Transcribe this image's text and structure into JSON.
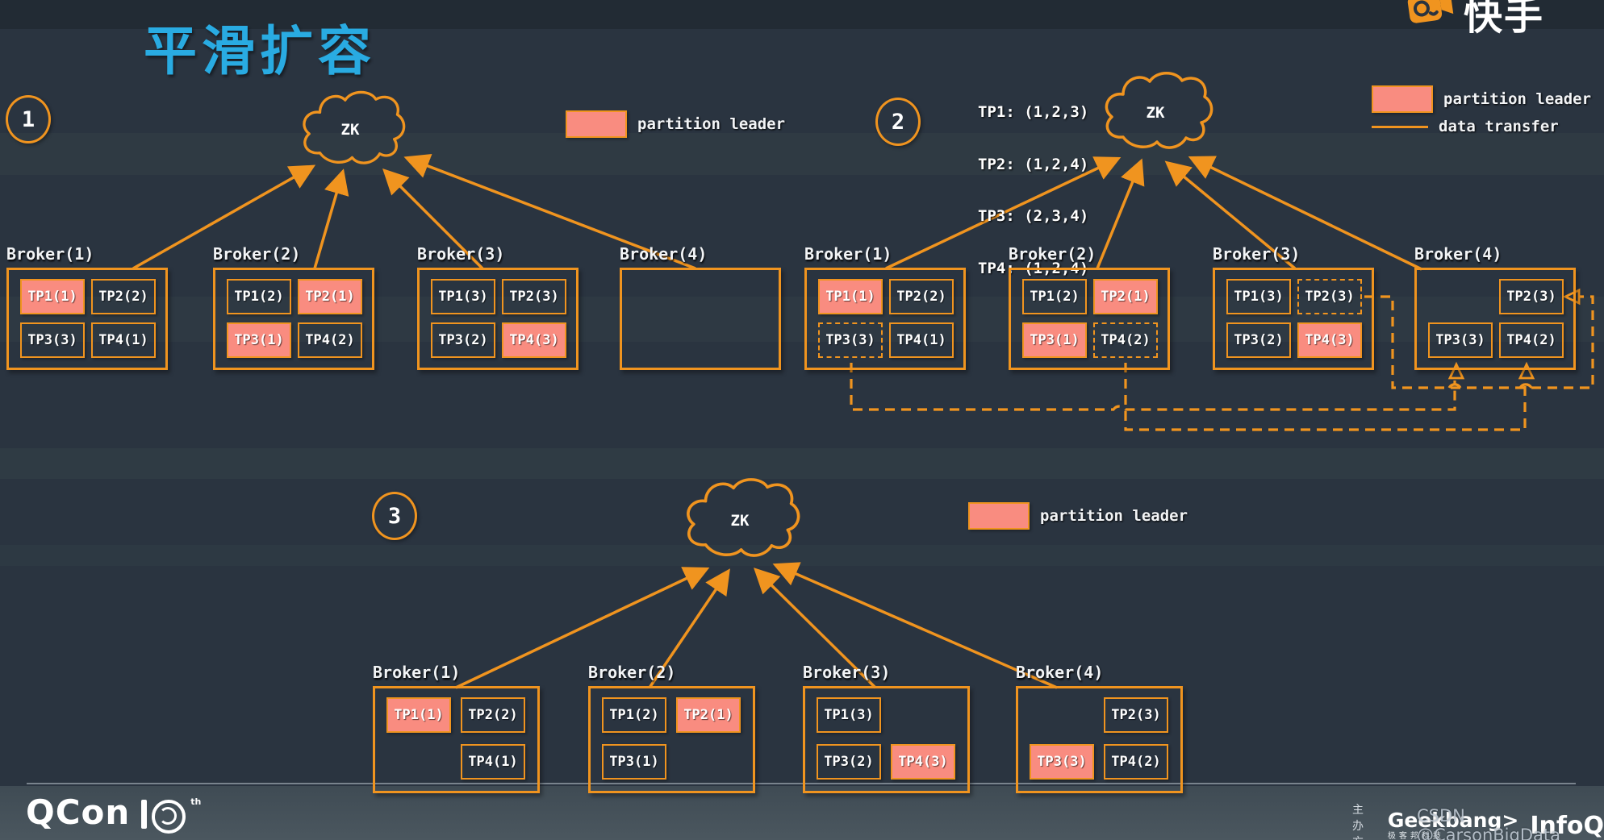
{
  "title": "平滑扩容",
  "brand": {
    "name": "快手"
  },
  "zk_label": "ZK",
  "colors": {
    "accent_orange": "#F0941F",
    "leader_salmon": "#F98C80",
    "title_cyan": "#29ABE2"
  },
  "legends": {
    "partition_leader": "partition leader",
    "data_transfer": "data transfer"
  },
  "assignment_table": {
    "lines": [
      "TP1: (1,2,3)",
      "TP2: (1,2,4)",
      "TP3: (2,3,4)",
      "TP4: (1,2,4)"
    ]
  },
  "sections": [
    {
      "number": "1",
      "brokers": [
        {
          "label": "Broker(1)",
          "cells": [
            {
              "label": "TP1(1)",
              "leader": true
            },
            {
              "label": "TP2(2)"
            },
            {
              "label": "TP3(3)"
            },
            {
              "label": "TP4(1)"
            }
          ]
        },
        {
          "label": "Broker(2)",
          "cells": [
            {
              "label": "TP1(2)"
            },
            {
              "label": "TP2(1)",
              "leader": true
            },
            {
              "label": "TP3(1)",
              "leader": true
            },
            {
              "label": "TP4(2)"
            }
          ]
        },
        {
          "label": "Broker(3)",
          "cells": [
            {
              "label": "TP1(3)"
            },
            {
              "label": "TP2(3)"
            },
            {
              "label": "TP3(2)"
            },
            {
              "label": "TP4(3)",
              "leader": true
            }
          ]
        },
        {
          "label": "Broker(4)",
          "cells": []
        }
      ]
    },
    {
      "number": "2",
      "brokers": [
        {
          "label": "Broker(1)",
          "cells": [
            {
              "label": "TP1(1)",
              "leader": true
            },
            {
              "label": "TP2(2)"
            },
            {
              "label": "TP3(3)",
              "dashed": true
            },
            {
              "label": "TP4(1)"
            }
          ]
        },
        {
          "label": "Broker(2)",
          "cells": [
            {
              "label": "TP1(2)"
            },
            {
              "label": "TP2(1)",
              "leader": true
            },
            {
              "label": "TP3(1)",
              "leader": true
            },
            {
              "label": "TP4(2)",
              "dashed": true
            }
          ]
        },
        {
          "label": "Broker(3)",
          "cells": [
            {
              "label": "TP1(3)"
            },
            {
              "label": "TP2(3)",
              "dashed": true
            },
            {
              "label": "TP3(2)"
            },
            {
              "label": "TP4(3)",
              "leader": true
            }
          ]
        },
        {
          "label": "Broker(4)",
          "cells": [
            {
              "label": "TP2(3)"
            },
            {
              "label": "TP3(3)"
            },
            {
              "label": "TP4(2)"
            }
          ]
        }
      ]
    },
    {
      "number": "3",
      "brokers": [
        {
          "label": "Broker(1)",
          "cells": [
            {
              "label": "TP1(1)",
              "leader": true
            },
            {
              "label": "TP2(2)"
            },
            {
              "label": "TP4(1)"
            }
          ]
        },
        {
          "label": "Broker(2)",
          "cells": [
            {
              "label": "TP1(2)"
            },
            {
              "label": "TP2(1)",
              "leader": true
            },
            {
              "label": "TP3(1)"
            }
          ]
        },
        {
          "label": "Broker(3)",
          "cells": [
            {
              "label": "TP1(3)"
            },
            {
              "label": "TP3(2)"
            },
            {
              "label": "TP4(3)",
              "leader": true
            }
          ]
        },
        {
          "label": "Broker(4)",
          "cells": [
            {
              "label": "TP2(3)"
            },
            {
              "label": "TP3(3)",
              "leader": true
            },
            {
              "label": "TP4(2)"
            }
          ]
        }
      ]
    }
  ],
  "footer": {
    "qcon": "QCon",
    "qcon_sup": "th",
    "host_label": "主办方",
    "geekbang": "Geekbang>",
    "geekbang_sub": "极客邦科技",
    "infoq": "InfoQ",
    "watermark": "CSDN @CarsonBigData"
  }
}
